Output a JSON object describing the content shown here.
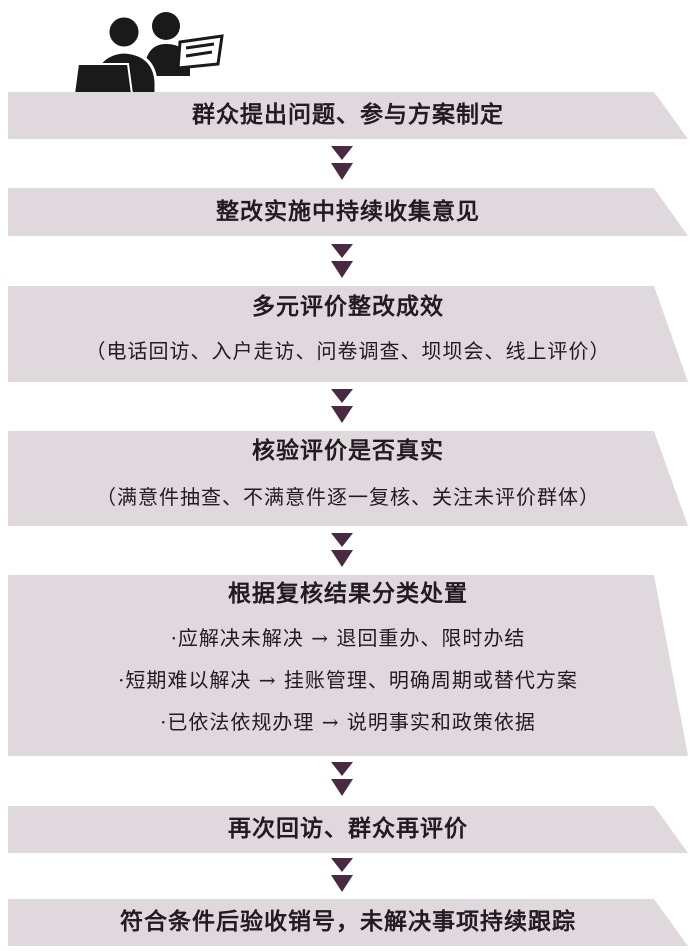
{
  "steps": [
    {
      "title": "群众提出问题、参与方案制定"
    },
    {
      "title": "整改实施中持续收集意见"
    },
    {
      "title": "多元评价整改成效",
      "note": "（电话回访、入户走访、问卷调查、坝坝会、线上评价）"
    },
    {
      "title": "核验评价是否真实",
      "note": "（满意件抽查、不满意件逐一复核、关注未评价群体）"
    },
    {
      "title": "根据复核结果分类处置",
      "bullets": [
        "·应解决未解决 → 退回重办、限时办结",
        "·短期难以解决 → 挂账管理、明确周期或替代方案",
        "·已依法依规办理 → 说明事实和政策依据"
      ]
    },
    {
      "title": "再次回访、群众再评价"
    },
    {
      "title": "符合条件后验收销号，未解决事项持续跟踪"
    }
  ],
  "colors": {
    "box": "#dfd8dc",
    "arrow": "#4a2a42",
    "icon": "#1a1a1a"
  },
  "icons": [
    "people-at-desk-icon",
    "down-arrow-icon"
  ]
}
